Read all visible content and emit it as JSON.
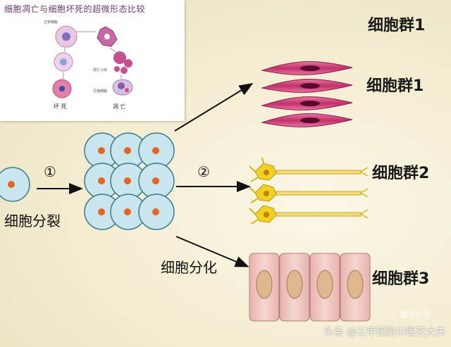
{
  "inset": {
    "title": "细胞凋亡与细胞坏死的超微形态比较",
    "normal_cell": "正常细胞",
    "apoptotic_body": "凋亡小体",
    "macrophage": "巨噬细胞",
    "necrosis": "坏 死",
    "apoptosis": "凋 亡"
  },
  "labels": {
    "top_group": "细胞群1",
    "group1": "细胞群1",
    "group2": "细胞群2",
    "group3": "细胞群3",
    "division": "细胞分裂",
    "differentiation": "细胞分化",
    "step1": "①",
    "step2": "②"
  },
  "watermark": {
    "main": "头条 @三甲医院中医袁大夫",
    "small": "○ 趣圣的医"
  },
  "colors": {
    "cell_fill": "#c9e6ee",
    "cell_stroke": "#3a7a8a",
    "nucleus": "#e8641e",
    "muscle": "#d0407a",
    "neuron": "#f0d020",
    "epithelial": "#f2c6c2"
  }
}
